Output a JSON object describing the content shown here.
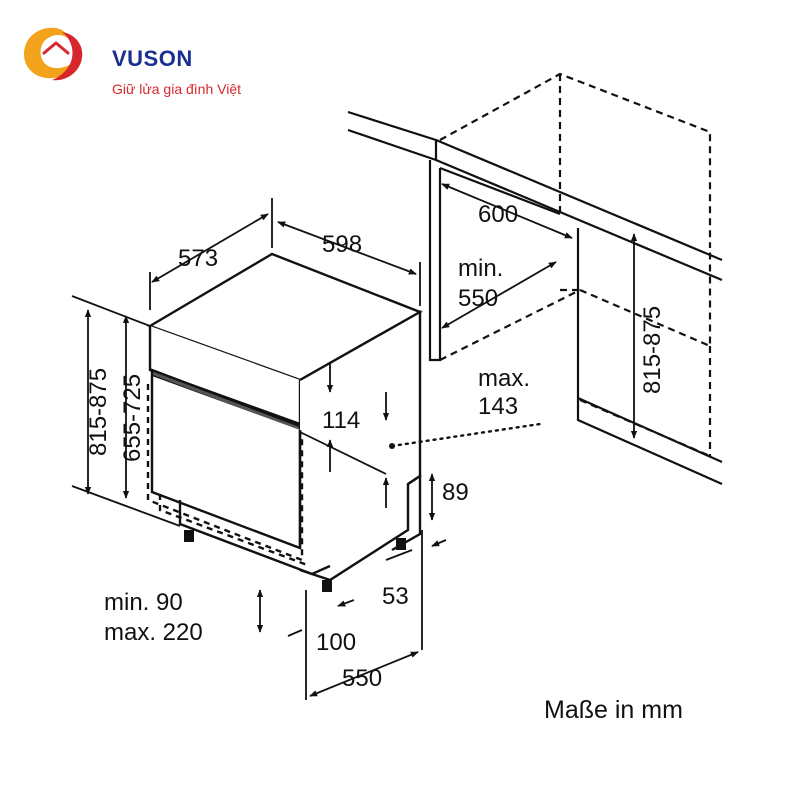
{
  "brand": {
    "name": "VUSON",
    "tagline": "Giữ lửa gia đình Việt",
    "colors": {
      "primary": "#1a2f8f",
      "accent": "#d8262d",
      "secondary": "#f2a21b"
    }
  },
  "diagram": {
    "line_color": "#111111",
    "unit_note": "Maße in mm",
    "dimensions": {
      "depth": "573",
      "width": "598",
      "niche_width": "600",
      "niche_depth_min_label": "min.",
      "niche_depth_min_value": "550",
      "niche_height": "815-875",
      "height_range": "815-875",
      "appliance_height": "655-725",
      "max_label": "max.",
      "max_value": "143",
      "panel_height": "114",
      "recess_height": "89",
      "plinth_min": "min. 90",
      "plinth_max": "max. 220",
      "recess_depth": "53",
      "foot_offset": "100",
      "bottom_depth": "550"
    }
  }
}
